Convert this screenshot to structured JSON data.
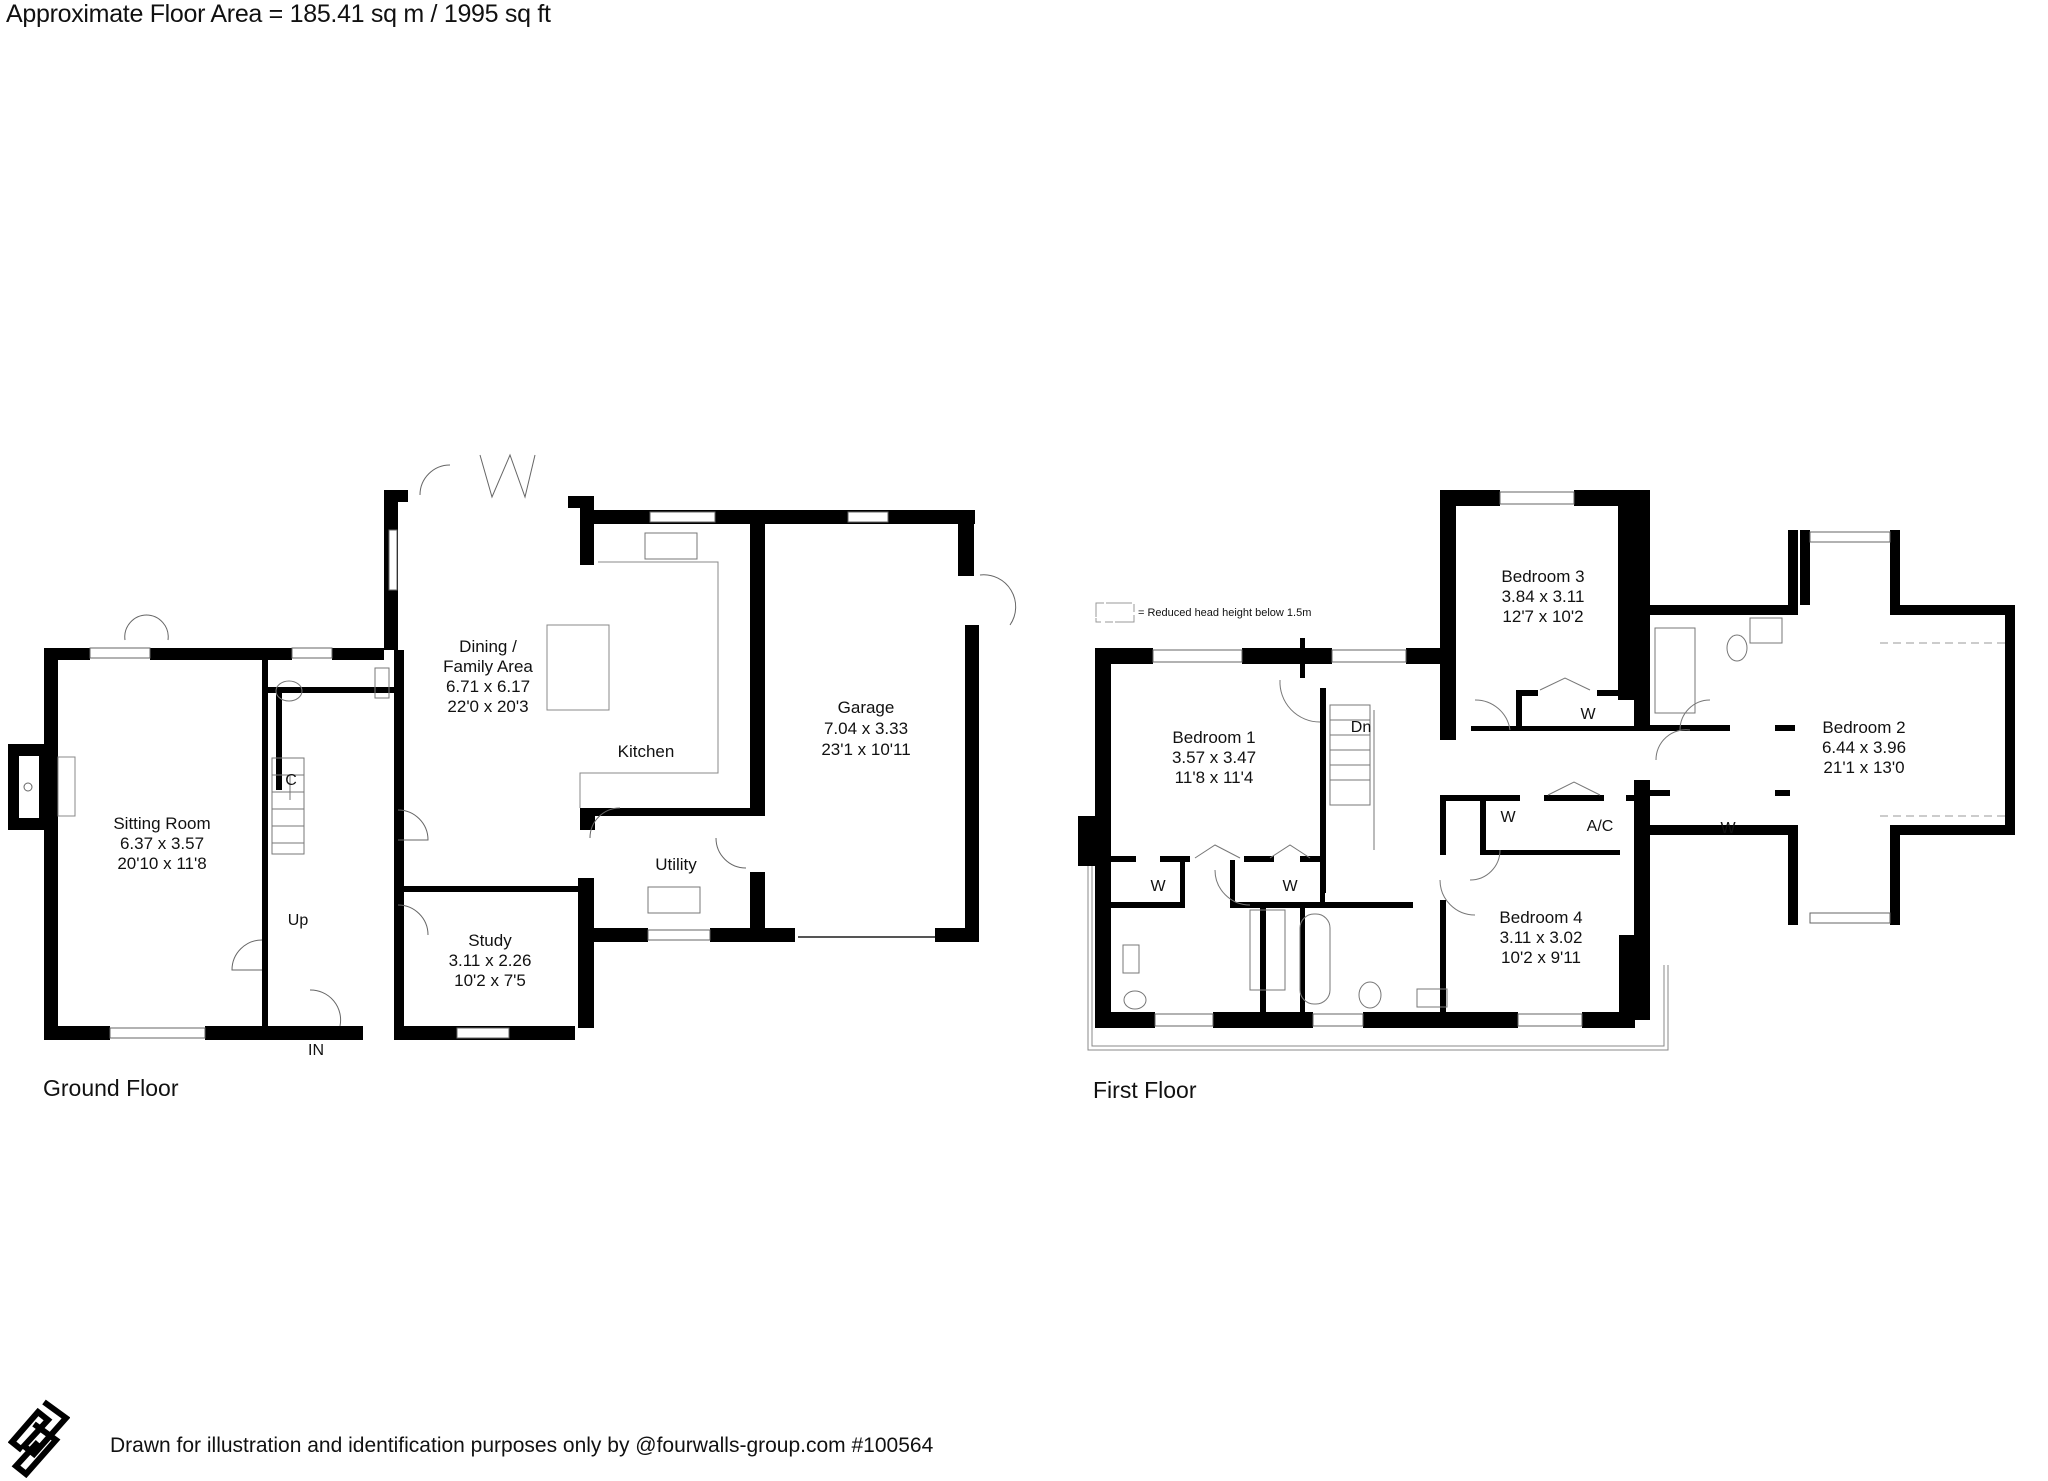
{
  "header": {
    "title": "Approximate Floor Area = 185.41 sq m / 1995 sq ft"
  },
  "ground_floor": {
    "label": "Ground Floor",
    "entrance_label": "IN",
    "stairs_label": "Up",
    "cupboard_label": "C",
    "rooms": [
      {
        "name": "Sitting Room",
        "metric": "6.37 x 3.57",
        "imperial": "20'10 x 11'8"
      },
      {
        "name": "Dining /",
        "name2": "Family Area",
        "metric": "6.71 x 6.17",
        "imperial": "22'0 x 20'3"
      },
      {
        "name": "Kitchen"
      },
      {
        "name": "Garage",
        "metric": "7.04 x 3.33",
        "imperial": "23'1 x 10'11"
      },
      {
        "name": "Utility"
      },
      {
        "name": "Study",
        "metric": "3.11 x 2.26",
        "imperial": "10'2 x 7'5"
      }
    ]
  },
  "first_floor": {
    "label": "First Floor",
    "stairs_label": "Dn",
    "legend": "= Reduced head height below 1.5m",
    "rooms": [
      {
        "name": "Bedroom 1",
        "metric": "3.57 x 3.47",
        "imperial": "11'8 x 11'4"
      },
      {
        "name": "Bedroom 2",
        "metric": "6.44 x 3.96",
        "imperial": "21'1 x 13'0"
      },
      {
        "name": "Bedroom 3",
        "metric": "3.84 x 3.11",
        "imperial": "12'7 x 10'2"
      },
      {
        "name": "Bedroom 4",
        "metric": "3.11 x 3.02",
        "imperial": "10'2 x 9'11"
      }
    ],
    "wardrobe_label": "W",
    "airing_cupboard_label": "A/C"
  },
  "footer": {
    "disclaimer": "Drawn for illustration and identification purposes only by @fourwalls-group.com #100564",
    "logo_icon": "fourwalls-logo-icon"
  },
  "colors": {
    "wall": "#000000",
    "fixture_line": "#777777",
    "background": "#ffffff"
  }
}
